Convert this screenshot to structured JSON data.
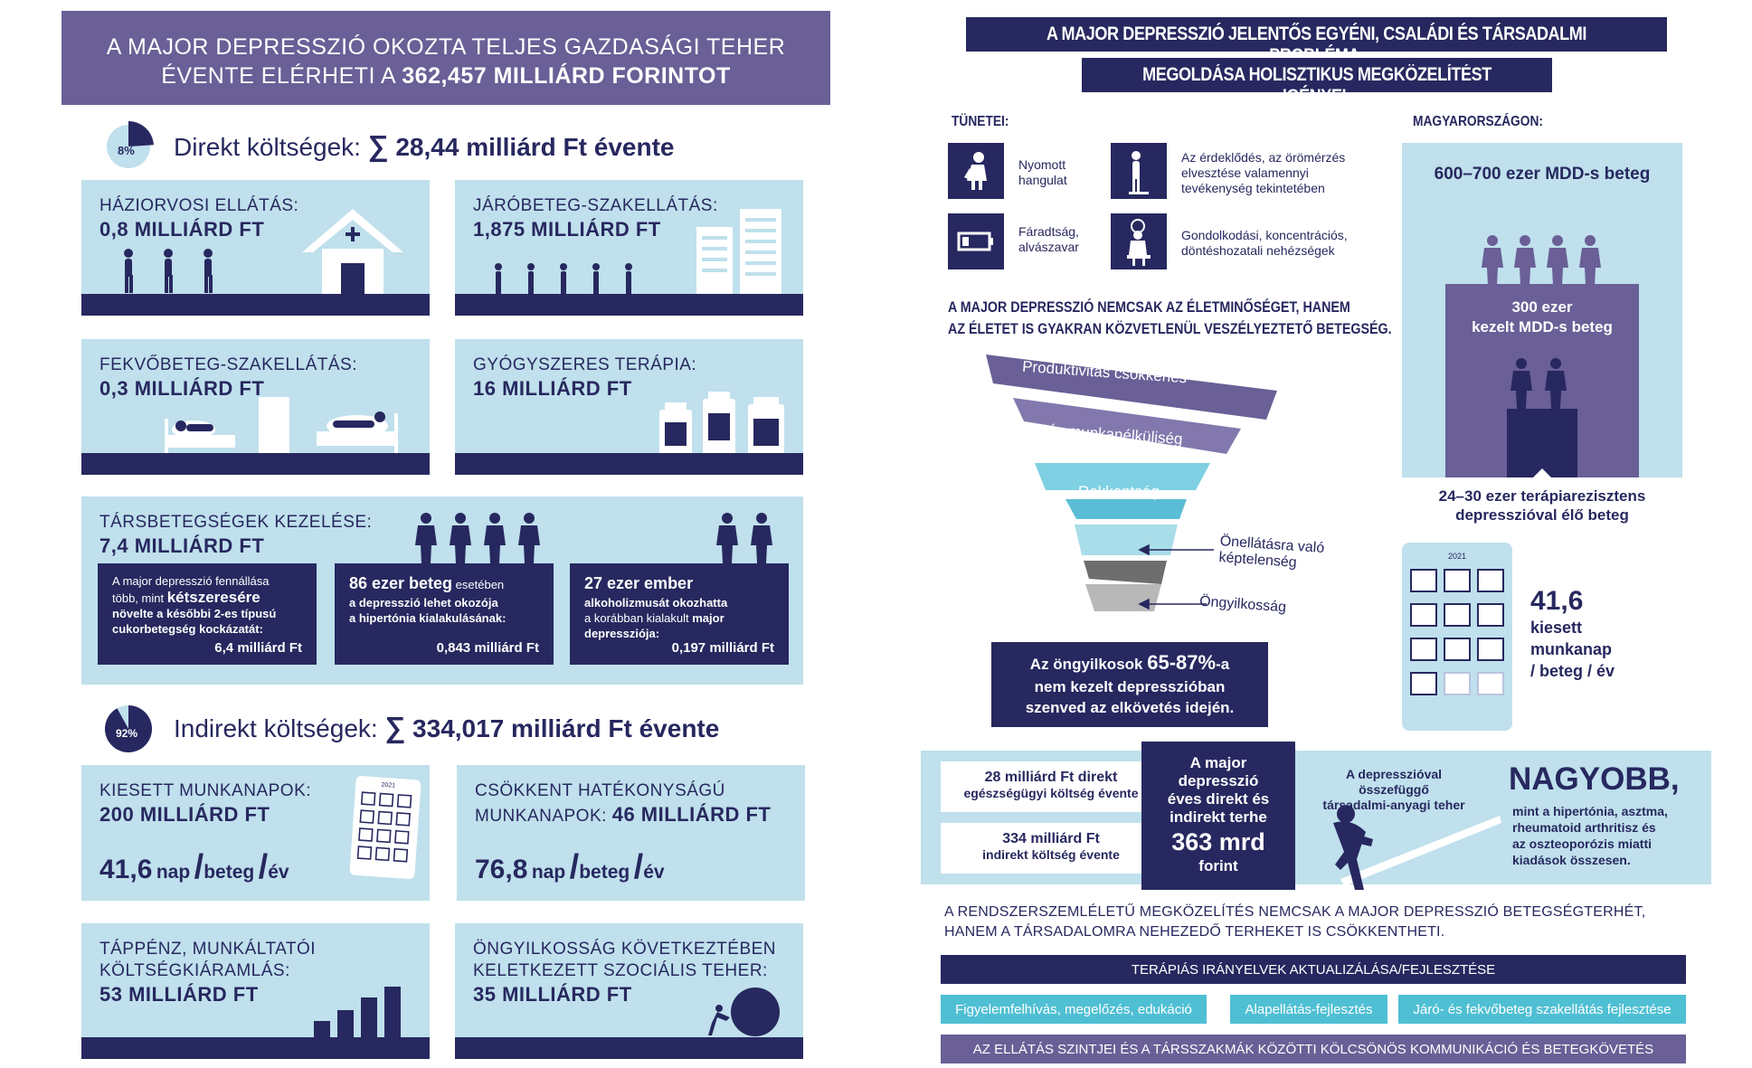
{
  "left": {
    "banner": {
      "line1": "A MAJOR DEPRESSZIÓ OKOZTA TELJES GAZDASÁGI TEHER",
      "line2_prefix": "ÉVENTE ELÉRHETI A ",
      "line2_bold": "362,457 MILLIÁRD FORINTOT"
    },
    "direct": {
      "percent": "8%",
      "percent_value": 8,
      "label": "Direkt költségek: ",
      "sum_symbol": "∑",
      "total": "28,44 milliárd Ft évente",
      "cards": [
        {
          "title": "HÁZIORVOSI ELLÁTÁS:",
          "value": "0,8 MILLIÁRD FT"
        },
        {
          "title": "JÁRÓBETEG-SZAKELLÁTÁS:",
          "value": "1,875 MILLIÁRD FT"
        },
        {
          "title": "FEKVŐBETEG-SZAKELLÁTÁS:",
          "value": "0,3 MILLIÁRD FT"
        },
        {
          "title": "GYÓGYSZERES TERÁPIA:",
          "value": "16 MILLIÁRD FT"
        }
      ],
      "comorb": {
        "title": "TÁRSBETEGSÉGEK KEZELÉSE:",
        "value": "7,4 MILLIÁRD FT",
        "boxes": [
          {
            "t1": "A major depresszió fennállása",
            "t2a": "több, mint ",
            "t2b": "kétszeresére",
            "t3": "növelte a későbbi 2-es típusú",
            "t4": "cukorbetegség kockázatát:",
            "amount": "6,4 milliárd Ft"
          },
          {
            "head_bold": "86 ezer beteg",
            "head_rest": " esetében",
            "t2": "a depresszió lehet okozója",
            "t3": "a hipertónia kialakulásának:",
            "amount": "0,843 milliárd Ft"
          },
          {
            "head_bold": "27 ezer ember",
            "t2": "alkoholizmusát okozhatta",
            "t3a": "a korábban kialakult ",
            "t3b": "major",
            "t4": "depressziója:",
            "amount": "0,197 milliárd Ft"
          }
        ]
      }
    },
    "indirect": {
      "percent": "92%",
      "percent_value": 92,
      "label": "Indirekt költségek: ",
      "sum_symbol": "∑",
      "total": "334,017 milliárd Ft évente",
      "cards": [
        {
          "title": "KIESETT MUNKANAPOK:",
          "value": "200 MILLIÁRD FT",
          "num": "41,6",
          "u1": "nap",
          "u2": "beteg",
          "u3": "év",
          "cal_year": "2021"
        },
        {
          "title_a": "CSÖKKENT HATÉKONYSÁGÚ",
          "title_b": "MUNKANAPOK: ",
          "value": "46 MILLIÁRD FT",
          "num": "76,8",
          "u1": "nap",
          "u2": "beteg",
          "u3": "év"
        },
        {
          "title_a": "TÁPPÉNZ, MUNKÁLTATÓI",
          "title_b": "KÖLTSÉGKIÁRAMLÁS:",
          "value": "53 MILLIÁRD FT"
        },
        {
          "title_a": "ÖNGYILKOSSÁG KÖVETKEZTÉBEN",
          "title_b": "KELETKEZETT SZOCIÁLIS TEHER:",
          "value": "35 MILLIÁRD FT"
        }
      ]
    }
  },
  "right": {
    "header": {
      "line1": "A MAJOR DEPRESSZIÓ JELENTŐS EGYÉNI, CSALÁDI ÉS TÁRSADALMI PROBLÉMA,",
      "line2": "MEGOLDÁSA HOLISZTIKUS MEGKÖZELÍTÉST IGÉNYEL"
    },
    "symptoms": {
      "heading": "TÜNETEI:",
      "items": [
        {
          "icon": "sad-person-icon",
          "l1": "Nyomott",
          "l2": "hangulat"
        },
        {
          "icon": "standing-person-icon",
          "l1": "Az érdeklődés, az örömérzés",
          "l2": "elvesztése valamennyi",
          "l3": "tevékenység tekintetében"
        },
        {
          "icon": "low-battery-icon",
          "l1": "Fáradtság,",
          "l2": "alvászavar"
        },
        {
          "icon": "thinking-person-icon",
          "l1": "Gondolkodási, koncentrációs,",
          "l2": "döntéshozatali nehézségek"
        }
      ]
    },
    "statement": {
      "l1": "A MAJOR DEPRESSZIÓ NEMCSAK AZ ÉLETMINŐSÉGET, HANEM",
      "l2": "AZ ÉLETET IS GYAKRAN KÖZVETLENÜL VESZÉLYEZTETŐ BETEGSÉG."
    },
    "funnel": {
      "layers": [
        "Produktivitás csökkenés",
        "Tartós munkanélküliség",
        "Rokkantság"
      ],
      "pointer1_a": "Önellátásra való",
      "pointer1_b": "képtelenség",
      "pointer2": "Öngyilkosság",
      "colors": [
        "#6a5f96",
        "#8378ad",
        "#7ed0e2",
        "#5bbdd5",
        "#a9dde9",
        "#6e6e6e",
        "#b8b8b8"
      ]
    },
    "suicide_box": {
      "a": "Az öngyilkosok ",
      "b": "65-87%",
      "c": "-a",
      "l2": "nem kezelt depresszióban",
      "l3": "szenved az elkövetés idején."
    },
    "hungary": {
      "heading": "MAGYARORSZÁGON:",
      "patients": "600–700 ezer MDD-s beteg",
      "treated_l1": "300 ezer",
      "treated_l2": "kezelt MDD-s beteg",
      "resistant_l1": "24–30 ezer terápiarezisztens",
      "resistant_l2": "depresszióval élő beteg",
      "cal_year": "2021",
      "days_num": "41,6",
      "days_l1": "kiesett",
      "days_l2": "munkanap",
      "days_l3": "/ beteg / év"
    },
    "burden": {
      "direct_l1": "28 milliárd Ft direkt",
      "direct_l2": "egészségügyi költség évente",
      "indirect_l1": "334 milliárd Ft",
      "indirect_l2": "indirekt költség évente",
      "mid_l1": "A major",
      "mid_l2": "depresszió",
      "mid_l3": "éves direkt és",
      "mid_l4": "indirekt terhe",
      "mid_big": "363 mrd",
      "mid_l5": "forint",
      "soc_l1": "A depresszióval összefüggő",
      "soc_l2": "társadalmi-anyagi teher",
      "bigger": "NAGYOBB,",
      "cmp_l1": "mint a hipertónia, asztma,",
      "cmp_l2": "rheumatoid arthritisz és",
      "cmp_l3": "az oszteoporózis miatti",
      "cmp_l4": "kiadások összesen."
    },
    "systemic": {
      "l1": "A RENDSZERSZEMLÉLETŰ MEGKÖZELÍTÉS NEMCSAK A MAJOR DEPRESSZIÓ BETEGSÉGTERHÉT,",
      "l2": "HANEM A TÁRSADALOMRA NEHEZEDŐ TERHEKET IS CSÖKKENTHETI."
    },
    "bars": {
      "guidelines": "TERÁPIÁS IRÁNYELVEK AKTUALIZÁLÁSA/FEJLESZTÉSE",
      "awareness": "Figyelemfelhívás, megelőzés, edukáció",
      "primary": "Alapellátás-fejlesztés",
      "specialist": "Járó- és fekvőbeteg szakellátás fejlesztése",
      "communication": "AZ ELLÁTÁS SZINTJEI ÉS A TÁRSSZAKMÁK KÖZÖTTI KÖLCSÖNÖS KOMMUNIKÁCIÓ ÉS BETEGKÖVETÉS"
    }
  }
}
